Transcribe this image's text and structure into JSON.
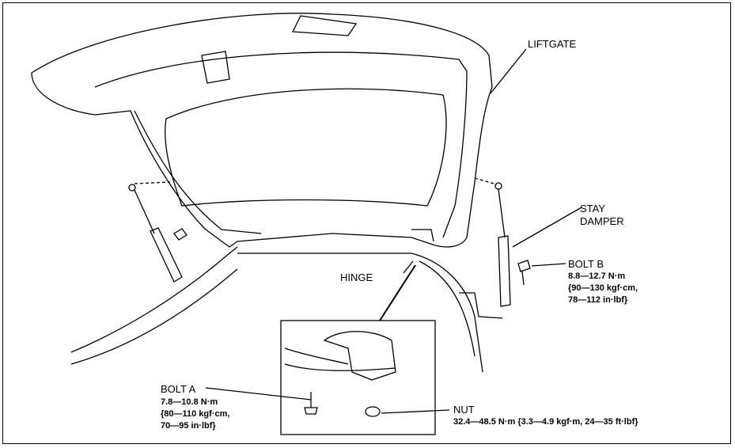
{
  "labels": {
    "liftgate": "LIFTGATE",
    "stay_damper_1": "STAY",
    "stay_damper_2": "DAMPER",
    "hinge": "HINGE",
    "bolt_b": "BOLT B",
    "bolt_a": "BOLT A",
    "nut": "NUT"
  },
  "specs": {
    "bolt_b": [
      "8.8—12.7 N·m",
      "{90—130 kgf·cm,",
      "78—112 in·lbf}"
    ],
    "bolt_a": [
      "7.8—10.8 N·m",
      "{80—110 kgf·cm,",
      "70—95 in·lbf}"
    ],
    "nut": "32.4—48.5 N·m {3.3—4.9 kgf·m, 24—35 ft·lbf}"
  }
}
